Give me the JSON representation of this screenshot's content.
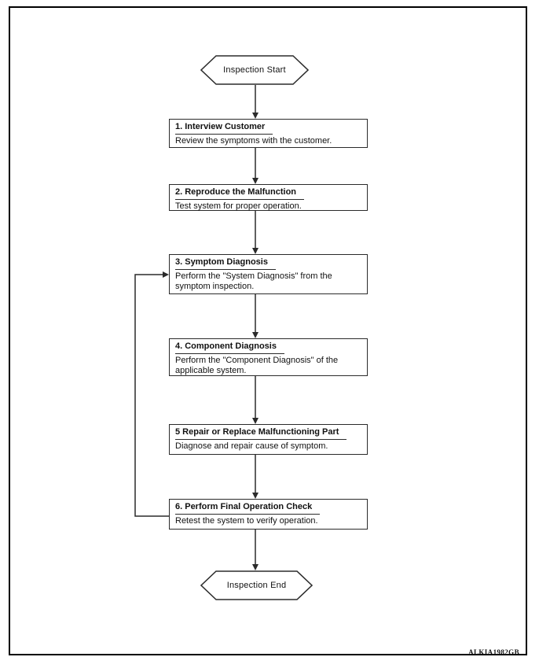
{
  "page": {
    "background": "#ffffff",
    "border_color": "#000000",
    "figure_code": "ALKIA1982GB"
  },
  "flowchart": {
    "start_label": "Inspection Start",
    "end_label": "Inspection End",
    "steps": [
      {
        "title": "1. Interview Customer",
        "body": "Review the symptoms with the customer."
      },
      {
        "title": "2. Reproduce the Malfunction",
        "body": "Test system for proper operation."
      },
      {
        "title": "3. Symptom Diagnosis",
        "body": "Perform the \"System Diagnosis\" from the symptom inspection."
      },
      {
        "title": "4. Component Diagnosis",
        "body": "Perform the \"Component Diagnosis\" of the applicable system."
      },
      {
        "title": "5 Repair or Replace Malfunctioning Part",
        "body": "Diagnose and repair cause of symptom."
      },
      {
        "title": "6. Perform Final Operation Check",
        "body": "Retest the system to verify operation."
      }
    ],
    "colors": {
      "line": "#2a2a2a",
      "node_border": "#2b2b2b",
      "node_fill": "#ffffff",
      "text": "#111111"
    }
  }
}
